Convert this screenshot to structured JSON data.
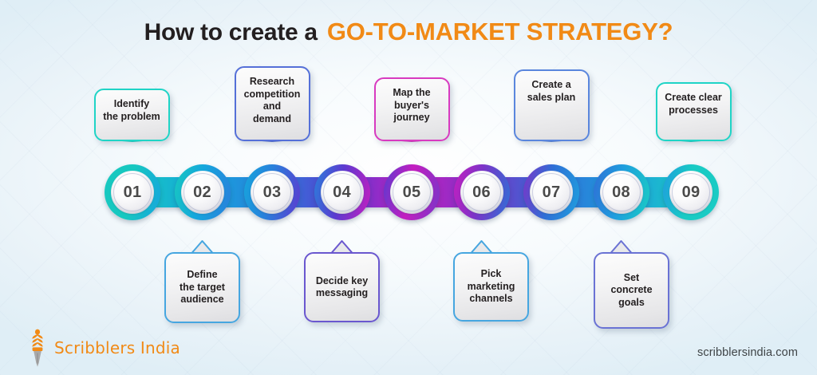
{
  "title": {
    "lead": "How to create a",
    "highlight": "GO-TO-MARKET STRATEGY?",
    "lead_color": "#231f20",
    "highlight_color": "#f18a16"
  },
  "steps": [
    {
      "number": "01",
      "label": "Identify\nthe problem",
      "position": "top",
      "ring_color": "#17c8c0",
      "box_border": "#1fd4c6"
    },
    {
      "number": "02",
      "label": "Define\nthe target\naudience",
      "position": "bottom",
      "ring_color": "#15a6dd",
      "box_border": "#46a6e0"
    },
    {
      "number": "03",
      "label": "Research\ncompetition and\ndemand",
      "position": "top",
      "ring_color": "#2a7fdb",
      "box_border": "#5570d8"
    },
    {
      "number": "04",
      "label": "Decide key\nmessaging",
      "position": "bottom",
      "ring_color": "#5c3ad0",
      "box_border": "#6a57cf"
    },
    {
      "number": "05",
      "label": "Map the\nbuyer's\njourney",
      "position": "top",
      "ring_color": "#c41ec0",
      "box_border": "#d83ac0"
    },
    {
      "number": "06",
      "label": "Pick\nmarketing\nchannels",
      "position": "bottom",
      "ring_color": "#7a35c8",
      "box_border": "#46a6e0"
    },
    {
      "number": "07",
      "label": "Create a\nsales plan",
      "position": "top",
      "ring_color": "#2f6fd6",
      "box_border": "#5a86dd"
    },
    {
      "number": "08",
      "label": "Set\nconcrete\ngoals",
      "position": "bottom",
      "ring_color": "#1f9ede",
      "box_border": "#6a72d4"
    },
    {
      "number": "09",
      "label": "Create clear\nprocesses",
      "position": "top",
      "ring_color": "#19cbc4",
      "box_border": "#1fd4c6"
    }
  ],
  "chain": {
    "gradient_stops": [
      "#17c8c0",
      "#15a6dd",
      "#2a7fdb",
      "#5c3ad0",
      "#c41ec0",
      "#7a35c8",
      "#2f6fd6",
      "#1f9ede",
      "#19cbc4"
    ],
    "number_color": "#4a4a4a"
  },
  "footer": {
    "brand": "Scribblers India",
    "brand_color": "#f18a16",
    "url": "scribblersindia.com",
    "url_color": "#3f4447",
    "logo_icon": "quill-pen-icon"
  }
}
